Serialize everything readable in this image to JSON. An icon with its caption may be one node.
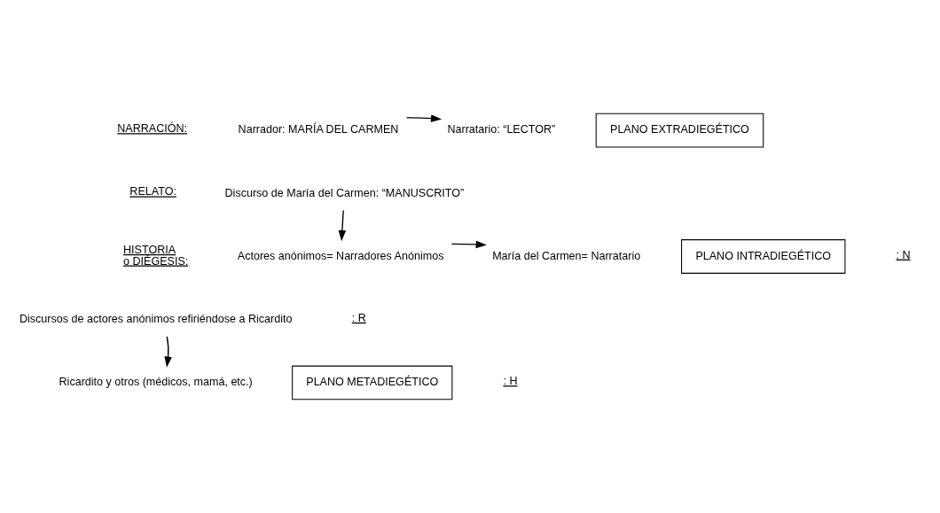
{
  "diagram": {
    "nodes": [
      {
        "text": [
          "Narrador: MARÍA DEL CARMEN"
        ]
      },
      {
        "text": [
          "Narratario: “LECTOR”"
        ]
      },
      {
        "text": [
          "PLANO EXTRADIEGÉTICO"
        ]
      },
      {
        "text": [
          "Discurso de María del Carmen: “MANUSCRITO”"
        ]
      },
      {
        "text": [
          "Actores anónimos= Narradores Anónimos"
        ]
      },
      {
        "text": [
          "María del Carmen= Narratario"
        ]
      },
      {
        "text": [
          "PLANO INTRADIEGÉTICO"
        ]
      },
      {
        "text": [
          "Discursos de actores anónimos refiriéndose a Ricardito"
        ]
      },
      {
        "text": [
          "Ricardito y otros (médicos, mamá, etc.)"
        ]
      },
      {
        "text": [
          "PLANO METADIEGÉTICO"
        ]
      }
    ],
    "edges": [
      {
        "from": 0,
        "to": 1,
        "arrow": "to"
      },
      {
        "from": 3,
        "to": 4,
        "arrow": "to"
      },
      {
        "from": 4,
        "to": 5,
        "arrow": "to"
      },
      {
        "from": 7,
        "to": 8,
        "arrow": "to"
      }
    ],
    "labels": [
      "NARRACIÓN:",
      "RELATO:",
      "HISTORIA o DIÉGESIS:",
      ": N",
      ": R",
      ": H"
    ]
  }
}
